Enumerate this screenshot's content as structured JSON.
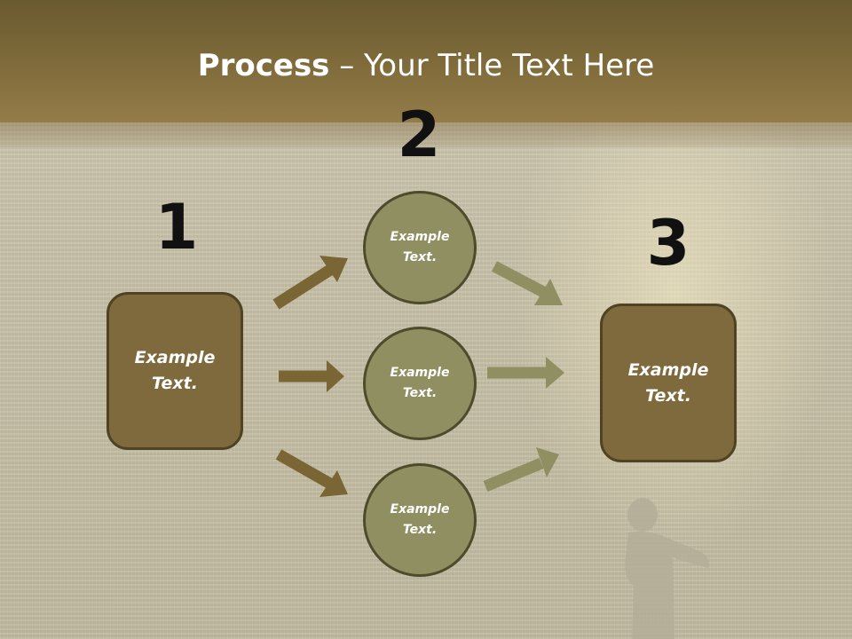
{
  "slide": {
    "title_bold": "Process",
    "title_rest": " – Your Title Text Here",
    "steps": [
      "1",
      "2",
      "3"
    ],
    "left_box": {
      "line1": "Example",
      "line2": "Text."
    },
    "right_box": {
      "line1": "Example",
      "line2": "Text."
    },
    "circles": [
      {
        "line1": "Example",
        "line2": "Text."
      },
      {
        "line1": "Example",
        "line2": "Text."
      },
      {
        "line1": "Example",
        "line2": "Text."
      }
    ]
  },
  "colors": {
    "title_bar": "#7e6a3a",
    "box_fill": "#7e6a3c",
    "circle_fill": "#8f8f62",
    "arrow_dark": "#7a6535",
    "arrow_light": "#8f8f62"
  }
}
